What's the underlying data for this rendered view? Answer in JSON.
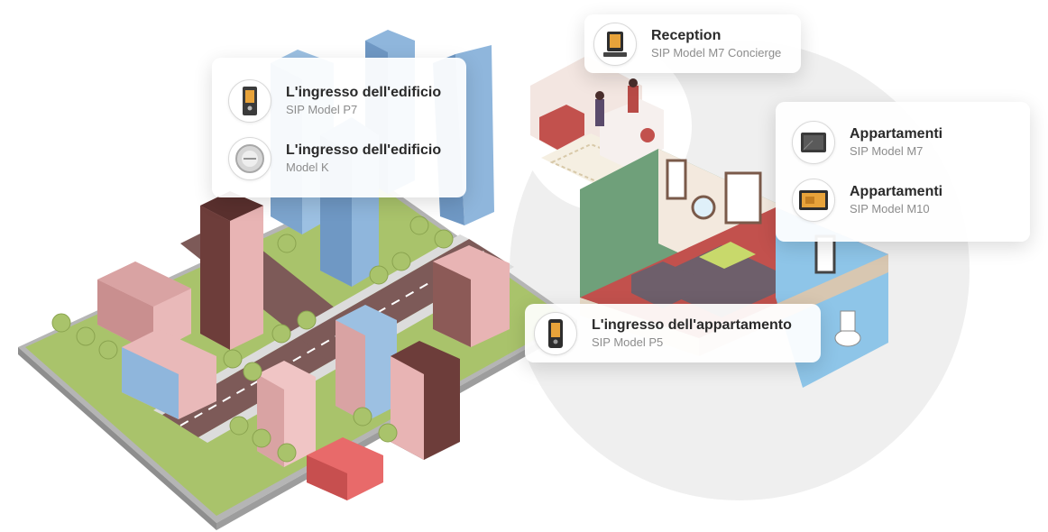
{
  "cards": {
    "building_entry": {
      "items": [
        {
          "title": "L'ingresso dell'edificio",
          "subtitle": "SIP Model P7",
          "icon": "intercom-panel-p7-icon"
        },
        {
          "title": "L'ingresso dell'edificio",
          "subtitle": "Model K",
          "icon": "intercom-round-k-icon"
        }
      ]
    },
    "reception": {
      "items": [
        {
          "title": "Reception",
          "subtitle": "SIP Model M7 Concierge",
          "icon": "concierge-station-icon"
        }
      ]
    },
    "apartments": {
      "items": [
        {
          "title": "Appartamenti",
          "subtitle": "SIP Model M7",
          "icon": "indoor-monitor-m7-icon"
        },
        {
          "title": "Appartamenti",
          "subtitle": "SIP Model M10",
          "icon": "indoor-monitor-m10-icon"
        }
      ]
    },
    "apartment_entry": {
      "items": [
        {
          "title": "L'ingresso dell'appartamento",
          "subtitle": "SIP Model P5",
          "icon": "intercom-panel-p5-icon"
        }
      ]
    }
  },
  "colors": {
    "grass": "#a9c36b",
    "road": "#7d5a58",
    "building_pink": "#e8b4b4",
    "building_brown": "#6d3d3a",
    "glass": "#8fb6dc",
    "room_circle": "#efefef",
    "floor_red": "#c2514d"
  }
}
